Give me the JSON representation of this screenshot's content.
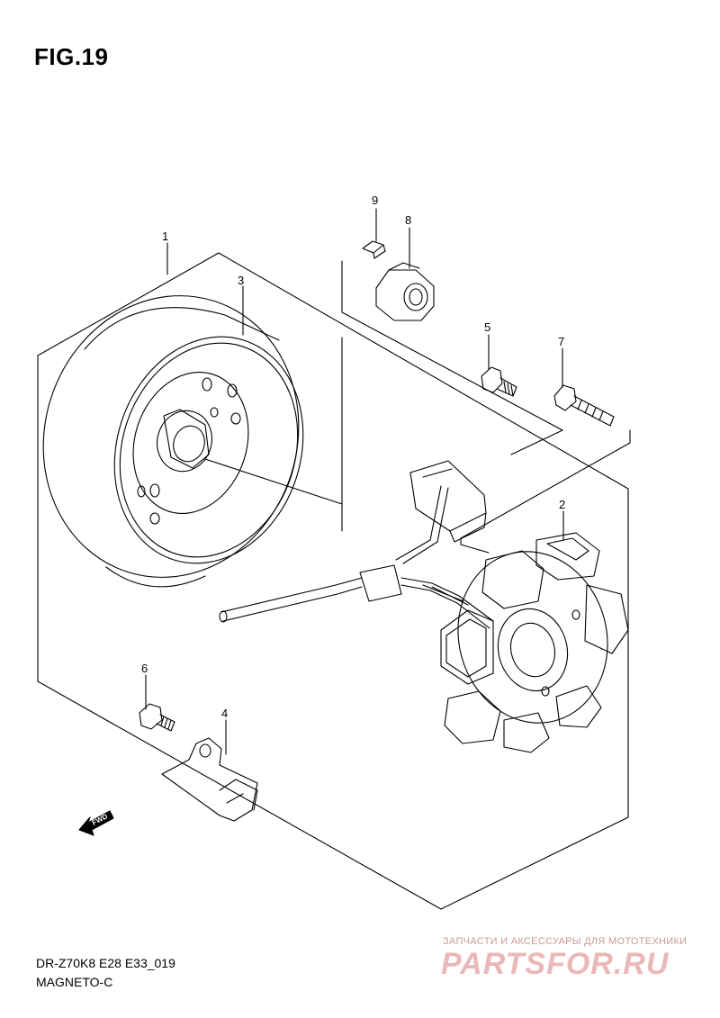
{
  "figure": {
    "title": "FIG.19",
    "callouts": {
      "c1": "1",
      "c2": "2",
      "c3": "3",
      "c4": "4",
      "c5": "5",
      "c6": "6",
      "c7": "7",
      "c8": "8",
      "c9": "9"
    },
    "direction_label": "FWD"
  },
  "footer": {
    "model_code": "DR-Z70K8 E28 E33_019",
    "section_name": "MAGNETO-C"
  },
  "watermark": {
    "tagline": "ЗАПЧАСТИ И АКСЕССУАРЫ ДЛЯ МОТОТЕХНИКИ",
    "logo": "PARTSFOR.RU"
  }
}
